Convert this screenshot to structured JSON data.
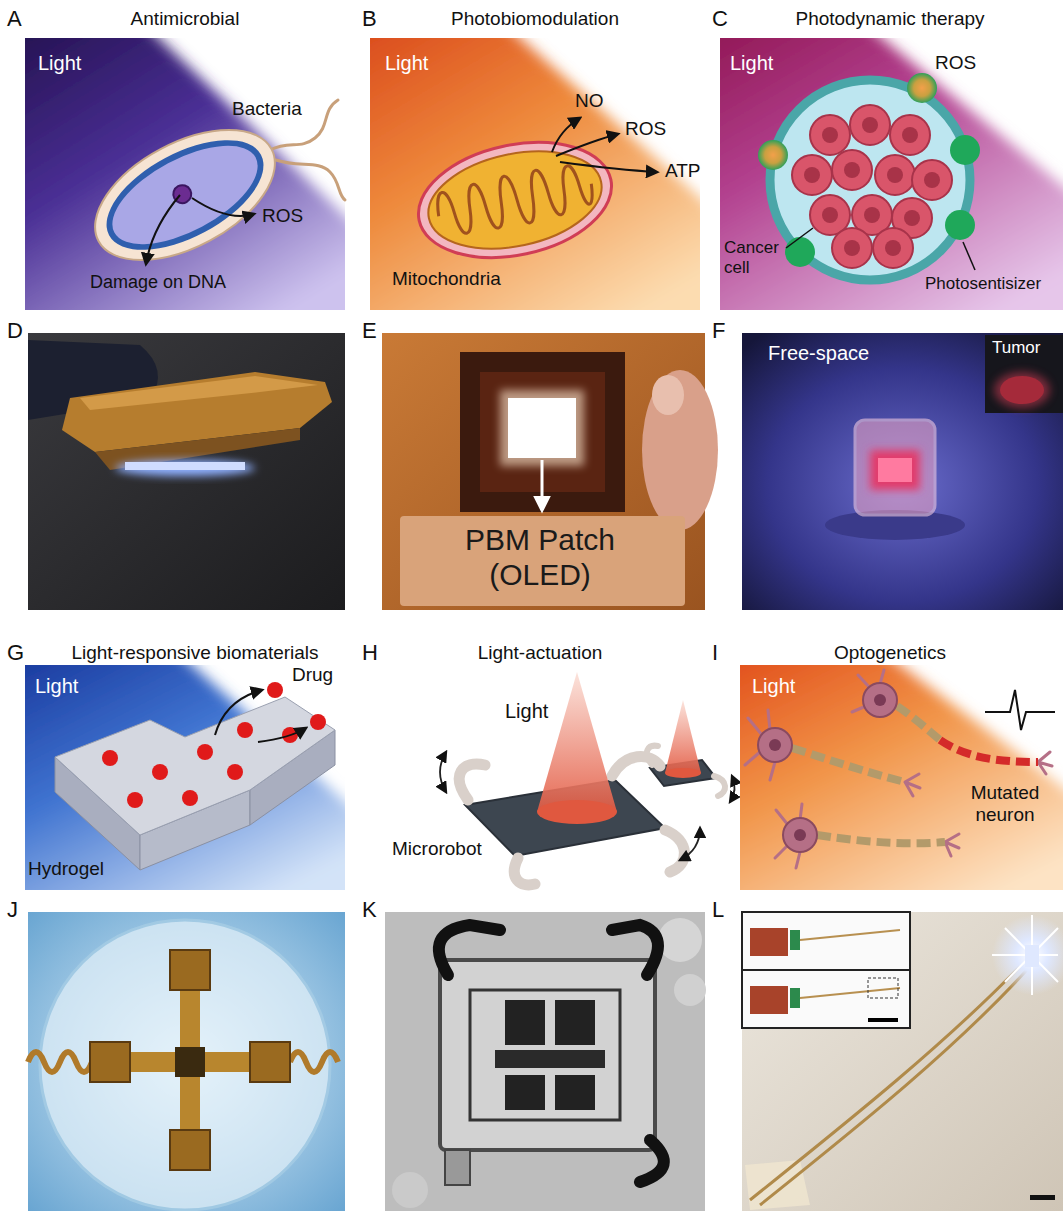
{
  "diagram": {
    "nodes": [
      {
        "text": [
          "A",
          "Antimicrobial"
        ]
      },
      {
        "text": [
          "B",
          "Photobiomodulation"
        ]
      },
      {
        "text": [
          "C",
          "Photodynamic therapy"
        ]
      },
      {
        "text": [
          "D"
        ]
      },
      {
        "text": [
          "E"
        ]
      },
      {
        "text": [
          "F"
        ]
      },
      {
        "text": [
          "G",
          "Light-responsive biomaterials"
        ]
      },
      {
        "text": [
          "H",
          "Light-actuation"
        ]
      },
      {
        "text": [
          "I",
          "Optogenetics"
        ]
      },
      {
        "text": [
          "J"
        ]
      },
      {
        "text": [
          "K"
        ]
      },
      {
        "text": [
          "L"
        ]
      }
    ],
    "labels": [
      "Light",
      "Bacteria",
      "ROS",
      "Damage on DNA",
      "Light",
      "NO",
      "ROS",
      "ATP",
      "Mitochondria",
      "Light",
      "ROS",
      "Cancer cell",
      "Photosentisizer",
      "PBM Patch (OLED)",
      "Free-space",
      "Tumor",
      "Light",
      "Drug",
      "Hydrogel",
      "Light",
      "Microrobot",
      "Light",
      "Mutated neuron"
    ]
  }
}
